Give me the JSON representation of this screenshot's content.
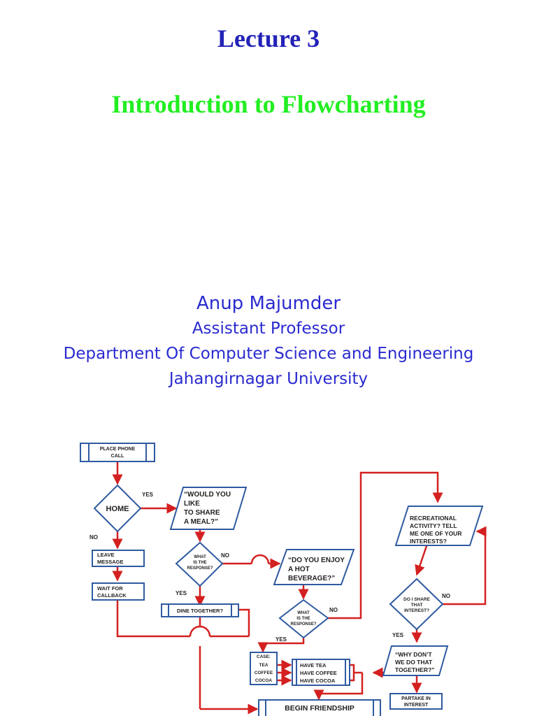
{
  "header": {
    "lecture_title": "Lecture 3",
    "subtitle": "Introduction to Flowcharting"
  },
  "author": {
    "name": "Anup Majumder",
    "position": "Assistant Professor",
    "department": "Department Of Computer Science and Engineering",
    "university": "Jahangirnagar University"
  },
  "flowchart": {
    "place_call": [
      "PLACE PHONE",
      "CALL"
    ],
    "home": "HOME",
    "yes_1": "YES",
    "no_1": "NO",
    "leave_message": [
      "LEAVE",
      "MESSAGE"
    ],
    "wait_callback": [
      "WAIT FOR",
      "CALLBACK"
    ],
    "share_meal": [
      "“WOULD YOU",
      "LIKE",
      "TO SHARE",
      "A MEAL?”"
    ],
    "response_1": [
      "WHAT",
      "IS THE",
      "RESPONSE?"
    ],
    "no_2": "NO",
    "yes_2": "YES",
    "dine_together": "DINE TOGETHER?",
    "hot_beverage": [
      "“DO YOU ENJOY",
      "A HOT",
      "BEVERAGE?”"
    ],
    "response_2": [
      "WHAT",
      "IS THE",
      "RESPONSE?"
    ],
    "no_3": "NO",
    "yes_3": "YES",
    "case_label": "CASE:",
    "case_options": [
      "TEA",
      "COFFEE",
      "COCOA"
    ],
    "have_options": [
      "HAVE TEA",
      "HAVE COFFEE",
      "HAVE COCOA"
    ],
    "begin_friendship": "BEGIN FRIENDSHIP",
    "recreational": [
      "RECREATIONAL",
      "ACTIVITY? TELL",
      "ME ONE OF YOUR",
      "INTERESTS?"
    ],
    "share_interest": [
      "DO I SHARE",
      "THAT",
      "INTEREST?"
    ],
    "no_4": "NO",
    "yes_4": "YES",
    "why_dont": [
      "“WHY  DON’T",
      "WE DO THAT",
      "TOGETHER?”"
    ],
    "partake": [
      "PARTAKE IN",
      "INTEREST"
    ]
  },
  "colors": {
    "lecture_title": "#2323b8",
    "subtitle": "#22ee22",
    "author_text": "#2a2ad0",
    "flow_lines": "#d42020",
    "box_border": "#2f5aa0"
  }
}
